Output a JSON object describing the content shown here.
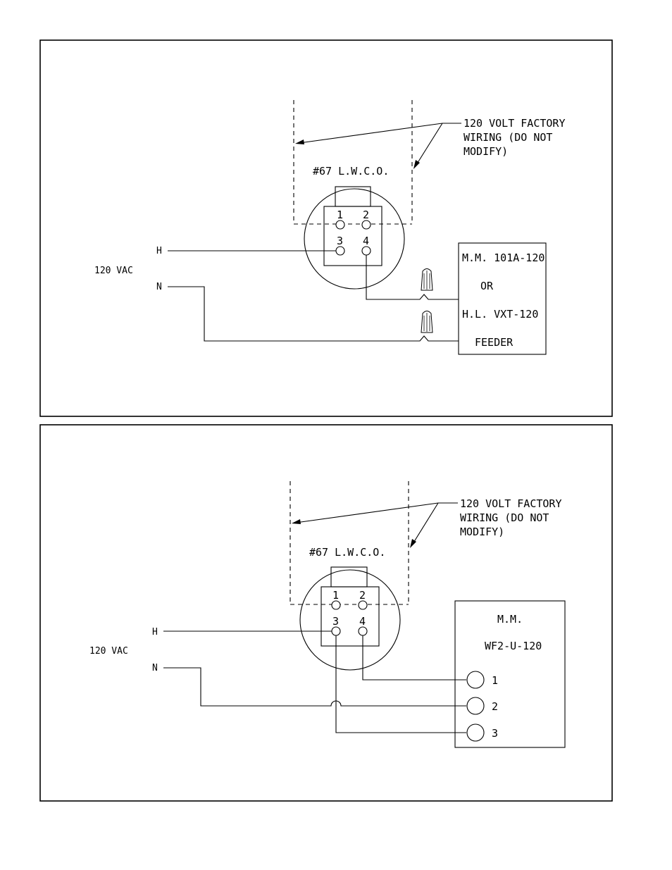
{
  "diagram1": {
    "callout_line1": "120 VOLT FACTORY",
    "callout_line2": "WIRING (DO NOT",
    "callout_line3": "MODIFY)",
    "lwco_label": "#67 L.W.C.O.",
    "terminals": [
      "1",
      "2",
      "3",
      "4"
    ],
    "supply_label": "120 VAC",
    "hot_label": "H",
    "neutral_label": "N",
    "feeder_line1": "M.M. 101A-120",
    "feeder_line2": "OR",
    "feeder_line3": "H.L. VXT-120",
    "feeder_line4": "FEEDER"
  },
  "diagram2": {
    "callout_line1": "120 VOLT FACTORY",
    "callout_line2": "WIRING (DO NOT",
    "callout_line3": "MODIFY)",
    "lwco_label": "#67 L.W.C.O.",
    "terminals": [
      "1",
      "2",
      "3",
      "4"
    ],
    "supply_label": "120 VAC",
    "hot_label": "H",
    "neutral_label": "N",
    "feeder_line1": "M.M.",
    "feeder_line2": "WF2-U-120",
    "feeder_terminals": [
      "1",
      "2",
      "3"
    ]
  }
}
